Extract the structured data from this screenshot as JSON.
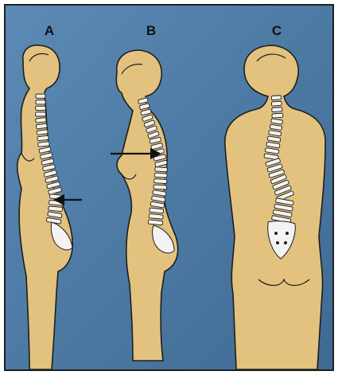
{
  "figure": {
    "labels": {
      "a": "A",
      "b": "B",
      "c": "C"
    },
    "colors": {
      "background": "#5b8ab4",
      "background_dark": "#3f6a93",
      "skin": "#e2c27e",
      "outline": "#1e1e1e",
      "vertebra": "#f3f3f3",
      "disc": "#cfae72",
      "arrow": "#111111"
    },
    "icons": [
      "arrow-right-icon",
      "arrow-left-icon"
    ]
  }
}
